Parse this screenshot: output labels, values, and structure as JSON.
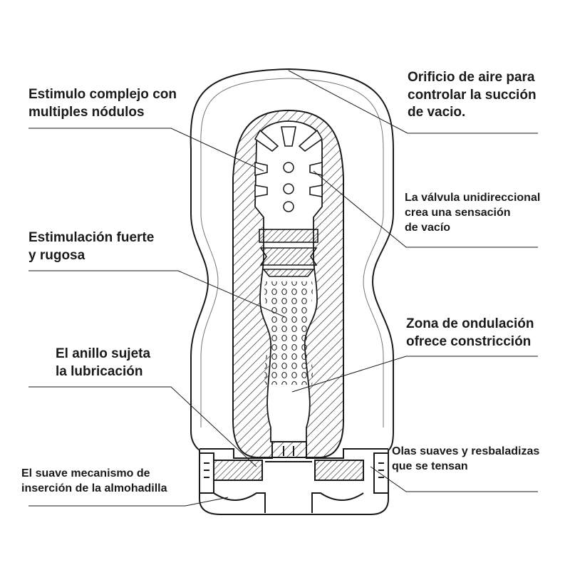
{
  "labels": {
    "air_hole": [
      "Orificio de aire para",
      "controlar la succión",
      "de vacio."
    ],
    "complex_stimulus": [
      "Estimulo complejo con",
      "multiples nódulos"
    ],
    "valve": [
      "La válvula unidireccional",
      "crea una sensación",
      "de vacío"
    ],
    "strong_stimulation": [
      "Estimulación fuerte",
      "y rugosa"
    ],
    "wave_zone": [
      "Zona de ondulación",
      "ofrece constricción"
    ],
    "ring": [
      "El anillo sujeta",
      "la lubricación"
    ],
    "soft_waves": [
      "Olas suaves y  resbaladizas",
      "que se tensan"
    ],
    "pad_mechanism": [
      "El suave mecanismo de",
      "inserción de la almohadilla"
    ]
  },
  "colors": {
    "line": "#1a1a1a",
    "background": "#ffffff"
  }
}
